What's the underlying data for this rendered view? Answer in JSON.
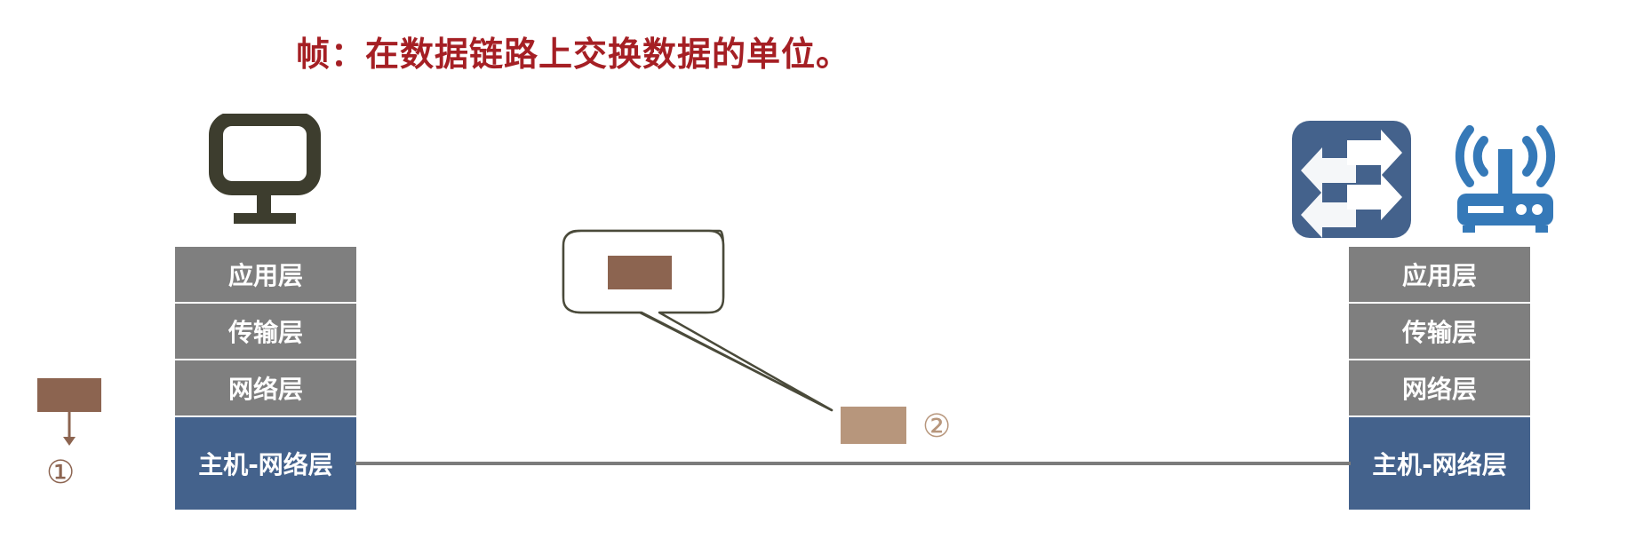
{
  "title": "帧：在数据链路上交换数据的单位。",
  "left_stack": {
    "layers": [
      "应用层",
      "传输层",
      "网络层",
      "主机-网络层"
    ]
  },
  "right_stack": {
    "layers": [
      "应用层",
      "传输层",
      "网络层",
      "主机-网络层"
    ]
  },
  "steps": {
    "step1": "①",
    "step2": "②"
  },
  "icons": {
    "left_device": "computer-monitor-icon",
    "right_device_1": "switch-icon",
    "right_device_2": "wireless-router-icon"
  },
  "colors": {
    "title": "#a51f24",
    "layer_gray": "#7f7f7f",
    "layer_blue": "#44628c",
    "frame_dark": "#8c6450",
    "frame_light": "#b7967c",
    "monitor": "#3d3d2e",
    "switch": "#44628c",
    "router": "#3579b8"
  }
}
